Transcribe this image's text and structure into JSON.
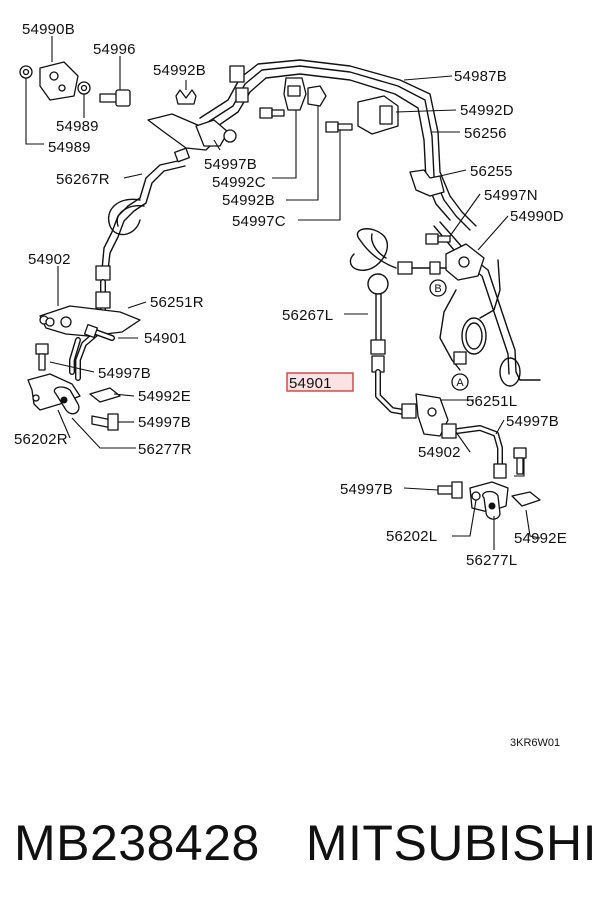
{
  "diagram": {
    "labels": [
      {
        "id": "l1",
        "text": "54990B"
      },
      {
        "id": "l2",
        "text": "54996"
      },
      {
        "id": "l3",
        "text": "54992B"
      },
      {
        "id": "l4",
        "text": "54987B"
      },
      {
        "id": "l5",
        "text": "54989"
      },
      {
        "id": "l6",
        "text": "54989"
      },
      {
        "id": "l7",
        "text": "54992D"
      },
      {
        "id": "l8",
        "text": "56256"
      },
      {
        "id": "l9",
        "text": "54997B"
      },
      {
        "id": "l10",
        "text": "54992C"
      },
      {
        "id": "l11",
        "text": "56255"
      },
      {
        "id": "l12",
        "text": "56267R"
      },
      {
        "id": "l13",
        "text": "54992B"
      },
      {
        "id": "l14",
        "text": "54997N"
      },
      {
        "id": "l15",
        "text": "54997C"
      },
      {
        "id": "l16",
        "text": "54990D"
      },
      {
        "id": "l17",
        "text": "54902"
      },
      {
        "id": "l18",
        "text": "56251R"
      },
      {
        "id": "l19",
        "text": "54901"
      },
      {
        "id": "l20",
        "text": "56267L"
      },
      {
        "id": "l21",
        "text": "54997B"
      },
      {
        "id": "l22",
        "text": "54901"
      },
      {
        "id": "l23",
        "text": "54992E"
      },
      {
        "id": "l24",
        "text": "56251L"
      },
      {
        "id": "l25",
        "text": "54997B"
      },
      {
        "id": "l26",
        "text": "56202R"
      },
      {
        "id": "l27",
        "text": "56277R"
      },
      {
        "id": "l28",
        "text": "54997B"
      },
      {
        "id": "l29",
        "text": "54902"
      },
      {
        "id": "l30",
        "text": "54997B"
      },
      {
        "id": "l31",
        "text": "56202L"
      },
      {
        "id": "l32",
        "text": "54992E"
      },
      {
        "id": "l33",
        "text": "56277L"
      }
    ],
    "markers": {
      "a": "A",
      "b": "B"
    },
    "drawing_code": "3KR6W01",
    "highlight_part": "54901"
  },
  "footer": {
    "part_number": "MB238428",
    "brand": "MITSUBISHI"
  }
}
